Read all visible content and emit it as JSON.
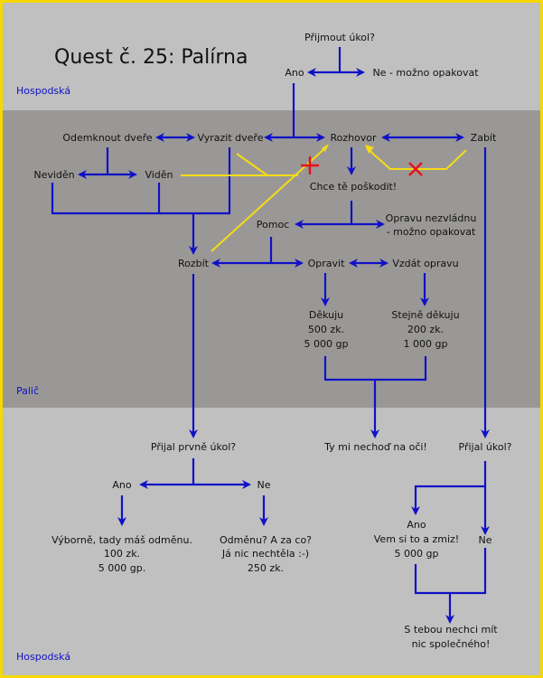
{
  "colors": {
    "frame": "#f5d800",
    "zone_light": "#c0c0c0",
    "zone_dark": "#9a9896",
    "arrow": "#1010c8",
    "zone_label": "#1010c8",
    "blocked_path": "#f5dc14",
    "cross": "#e8101a",
    "text": "#111111"
  },
  "title": "Quest č. 25: Palírna",
  "zones": {
    "top": "Hospodská",
    "middle": "Palič",
    "bottom": "Hospodská"
  },
  "nodes": {
    "accept": "Přijmout úkol?",
    "yes_top": "Ano",
    "no_repeat": "Ne - možno opakovat",
    "unlock": "Odemknout dveře",
    "break_door": "Vyrazit dveře",
    "talk": "Rozhovor",
    "kill": "Zabít",
    "unseen": "Neviděn",
    "seen": "Viděn",
    "hurt_you": "Chce tě poškodit!",
    "help": "Pomoc",
    "cant_fix_1": "Opravu nezvládnu",
    "cant_fix_2": "- možno opakovat",
    "broken": "Rozbít",
    "repair": "Opravit",
    "give_up": "Vzdát opravu",
    "thanks1_l1": "Děkuju",
    "thanks1_l2": "500 zk.",
    "thanks1_l3": "5 000 gp",
    "thanks2_l1": "Stejně děkuju",
    "thanks2_l2": "200 zk.",
    "thanks2_l3": "1 000 gp",
    "accepted_first": "Přijal prvně úkol?",
    "never_again": "Ty mi nechoď na oči!",
    "accepted_q": "Přijal úkol?",
    "yes_b": "Ano",
    "no_b": "Ne",
    "great_l1": "Výborně, tady máš odměnu.",
    "great_l2": "100 zk.",
    "great_l3": "5 000 gp.",
    "reward_l1": "Odměnu? A za co?",
    "reward_l2": "Já nic nechtěla :-)",
    "reward_l3": "250 zk.",
    "yes_c_l1": "Ano",
    "yes_c_l2": "Vem si to a zmiz!",
    "yes_c_l3": "5 000 gp",
    "no_c": "Ne",
    "nothing_l1": "S tebou nechci mít",
    "nothing_l2": "nic společného!"
  }
}
